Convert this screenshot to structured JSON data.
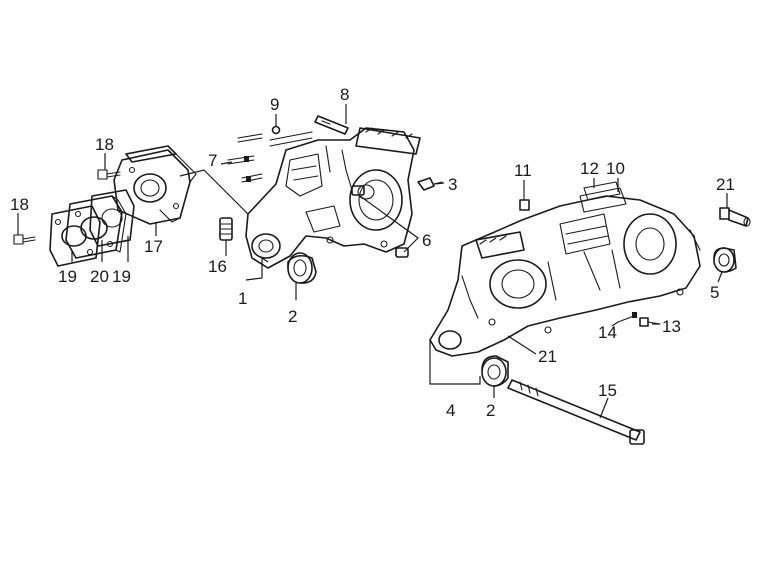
{
  "diagram": {
    "callouts": [
      {
        "id": "c18a",
        "text": "18"
      },
      {
        "id": "c19a",
        "text": "19"
      },
      {
        "id": "c20",
        "text": "20"
      },
      {
        "id": "c19b",
        "text": "19"
      },
      {
        "id": "c18b",
        "text": "18"
      },
      {
        "id": "c17",
        "text": "17"
      },
      {
        "id": "c16",
        "text": "16"
      },
      {
        "id": "c7",
        "text": "7"
      },
      {
        "id": "c9",
        "text": "9"
      },
      {
        "id": "c8",
        "text": "8"
      },
      {
        "id": "c3",
        "text": "3"
      },
      {
        "id": "c6",
        "text": "6"
      },
      {
        "id": "c1",
        "text": "1"
      },
      {
        "id": "c2a",
        "text": "2"
      },
      {
        "id": "c11",
        "text": "11"
      },
      {
        "id": "c12",
        "text": "12"
      },
      {
        "id": "c10",
        "text": "10"
      },
      {
        "id": "c21a",
        "text": "21"
      },
      {
        "id": "c5",
        "text": "5"
      },
      {
        "id": "c14",
        "text": "14"
      },
      {
        "id": "c13",
        "text": "13"
      },
      {
        "id": "c21b",
        "text": "21"
      },
      {
        "id": "c4",
        "text": "4"
      },
      {
        "id": "c2b",
        "text": "2"
      },
      {
        "id": "c15",
        "text": "15"
      }
    ]
  }
}
